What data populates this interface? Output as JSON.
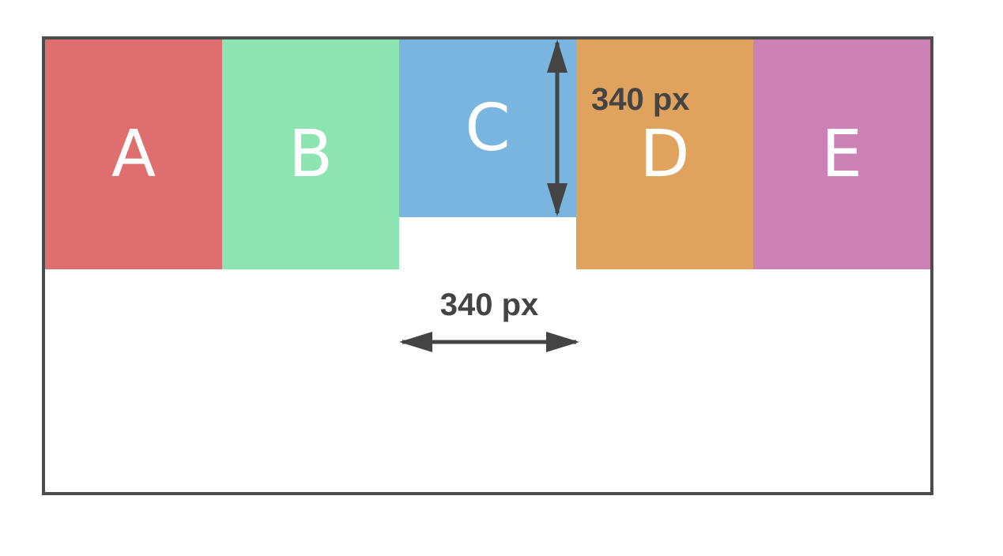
{
  "diagram": {
    "type": "flexbox-layout-illustration",
    "colors": {
      "border": "#4d4d4d",
      "ink": "#444444",
      "background": "#ffffff",
      "box_text": "#ffffff"
    },
    "container": {
      "boxes": [
        {
          "label": "A",
          "color": "#df6f6f",
          "size": "tall"
        },
        {
          "label": "B",
          "color": "#8ce5b0",
          "size": "tall"
        },
        {
          "label": "C",
          "color": "#79b5de",
          "size": "short"
        },
        {
          "label": "D",
          "color": "#e0a35e",
          "size": "tall"
        },
        {
          "label": "E",
          "color": "#cc82b5",
          "size": "tall"
        }
      ]
    },
    "annotations": {
      "height_label": "340 px",
      "width_label": "340 px"
    }
  }
}
